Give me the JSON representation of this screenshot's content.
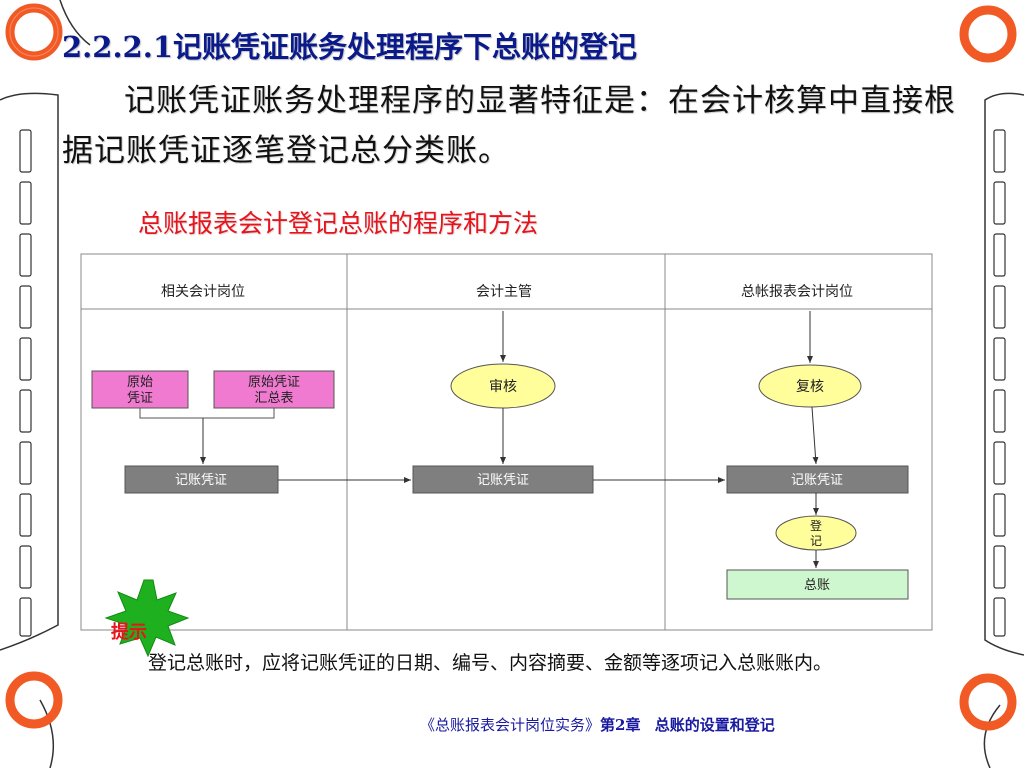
{
  "heading": "2.2.2.1记账凭证账务处理程序下总账的登记",
  "paragraph": "记账凭证账务处理程序的显著特征是：在会计核算中直接根据记账凭证逐笔登记总分类账。",
  "subtitle": "总账报表会计登记总账的程序和方法",
  "diagram": {
    "lanes": [
      "相关会计岗位",
      "会计主管",
      "总帐报表会计岗位"
    ],
    "doc_original": [
      "原始",
      "凭证"
    ],
    "doc_summary": [
      "原始凭证",
      "汇总表"
    ],
    "voucher_label": "记账凭证",
    "review_label": "审核",
    "recheck_label": "复核",
    "post_label": [
      "登",
      "记"
    ],
    "ledger_label": "总账"
  },
  "tip": {
    "badge": "提示",
    "text": "登记总账时，应将记账凭证的日期、编号、内容摘要、金额等逐项记入总账账内。"
  },
  "footer": {
    "book": "《总账报表会计岗位实务》",
    "chapter": "第2章",
    "section": "总账的设置和登记"
  },
  "colors": {
    "heading": "#0a1a8a",
    "subtitle": "#e8131b",
    "pink_box": "#f07ad0",
    "gray_box": "#7f7f7f",
    "yellow_ellipse": "#fffe9a",
    "green_box": "#cff7cf",
    "starburst": "#1fb01f",
    "ring": "#f15a24"
  }
}
